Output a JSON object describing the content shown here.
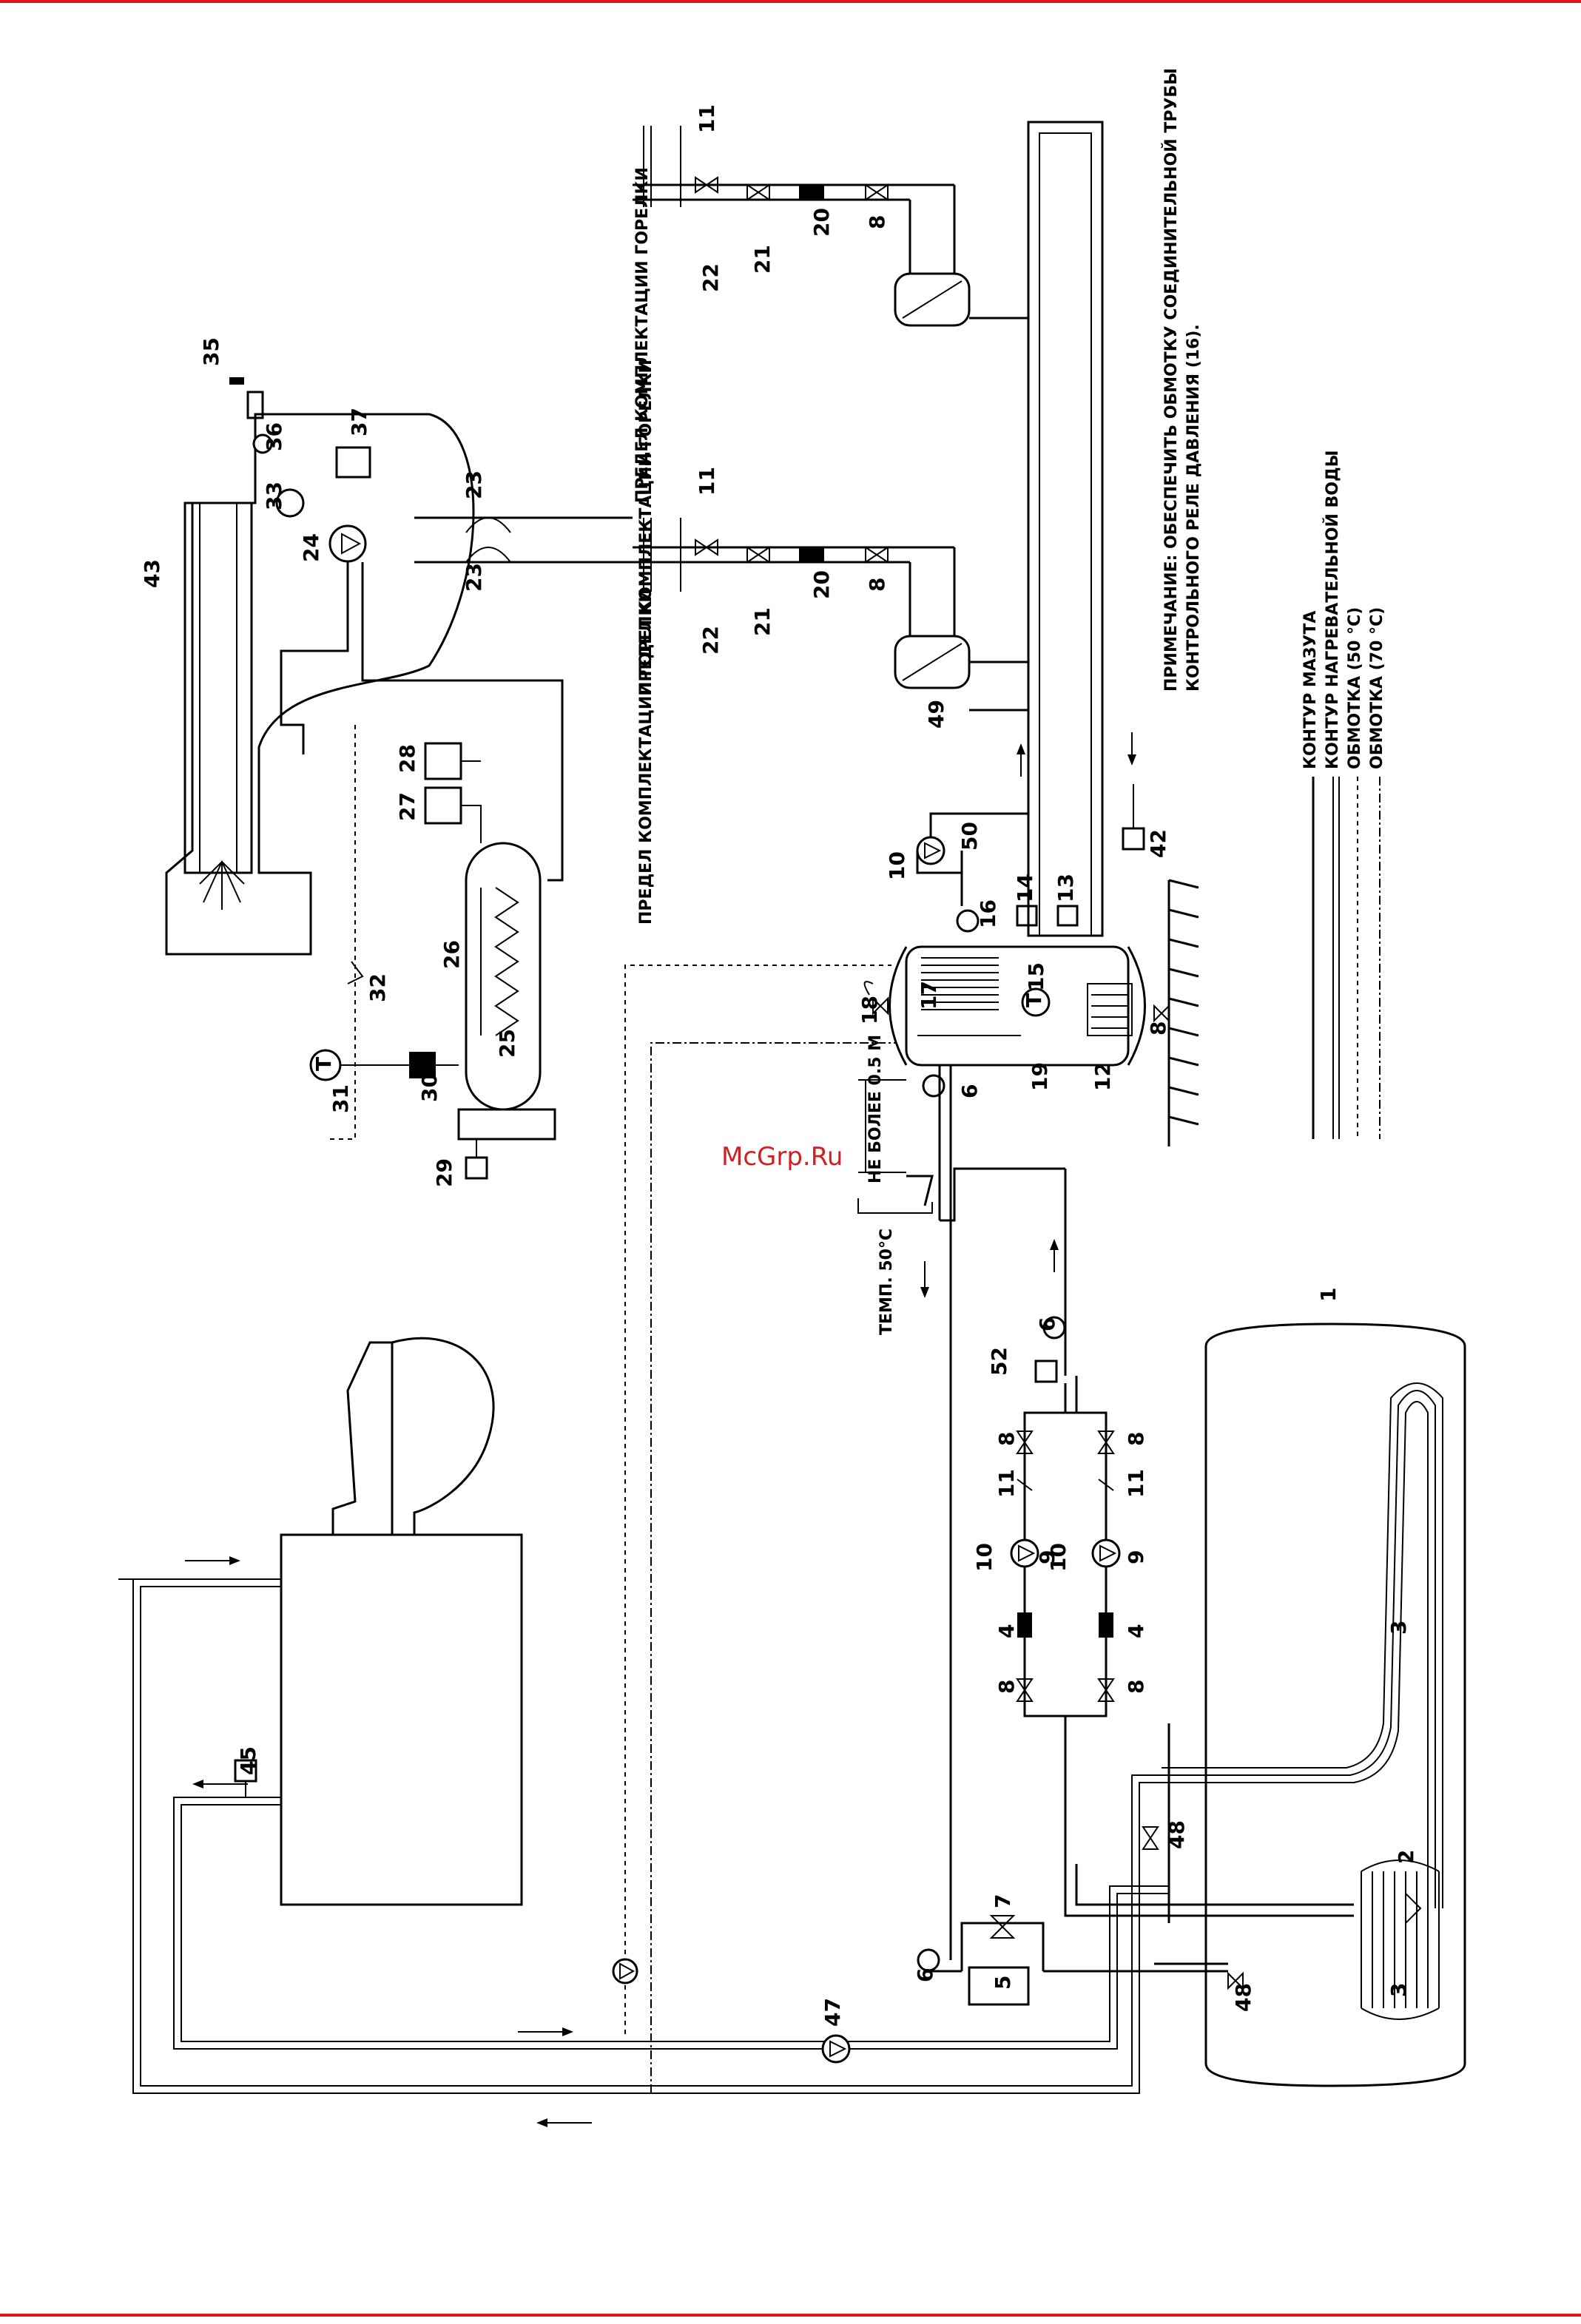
{
  "watermark": "McGrp.Ru",
  "colors": {
    "border": "#e0141c",
    "line": "#000000",
    "watermark": "#cc2222"
  },
  "headers": {
    "burner_limit_left": "ПРЕДЕЛ КОМПЛЕКТАЦИИ ГОРЕЛКИ",
    "burner_limit_mid": "ПРЕДЕЛ КОМПЛЕКТАЦИИ ГОРЕЛКИ",
    "burner_limit_right": "ПРЕДЕЛ КОМПЛЕКТАЦИИ ГОРЕЛКИ",
    "max_height": "НЕ БОЛЕЕ 0.5 М",
    "temp": "ТЕМП. 50°С"
  },
  "note": {
    "line1": "ПРИМЕЧАНИЕ: ОБЕСПЕЧИТЬ ОБМОТКУ СОЕДИНИТЕЛЬНОЙ ТРУБЫ",
    "line2": "КОНТРОЛЬНОГО РЕЛЕ ДАВЛЕНИЯ (16)."
  },
  "legend": [
    {
      "label": "КОНТУР МАЗУТА",
      "style": "solid"
    },
    {
      "label": "КОНТУР НАГРЕВАТЕЛЬНОЙ ВОДЫ",
      "style": "double"
    },
    {
      "label": "ОБМОТКА (50 °С)",
      "style": "dashed"
    },
    {
      "label": "ОБМОТКА (70 °С)",
      "style": "dashdot"
    }
  ],
  "labels": {
    "n1": "1",
    "n2": "2",
    "n3a": "3",
    "n3b": "3",
    "n4a": "4",
    "n4b": "4",
    "n5": "5",
    "n6a": "6",
    "n6b": "6",
    "n6c": "6",
    "n7": "7",
    "n8a": "8",
    "n8b": "8",
    "n8c": "8",
    "n8d": "8",
    "n8e": "8",
    "n8f": "8",
    "n8g": "8",
    "n9a": "9",
    "n9b": "9",
    "n10a": "10",
    "n10b": "10",
    "n10c": "10",
    "n11a": "11",
    "n11b": "11",
    "n11c": "11",
    "n11d": "11",
    "n12": "12",
    "n13": "13",
    "n14": "14",
    "n15": "15",
    "n16": "16",
    "n17": "17",
    "n18": "18",
    "n19": "19",
    "n20a": "20",
    "n20b": "20",
    "n21a": "21",
    "n21b": "21",
    "n22a": "22",
    "n22b": "22",
    "n23a": "23",
    "n23b": "23",
    "n24": "24",
    "n25": "25",
    "n26": "26",
    "n27": "27",
    "n28": "28",
    "n29": "29",
    "n30": "30",
    "n31": "31",
    "n32": "32",
    "n33": "33",
    "n35": "35",
    "n36": "36",
    "n37": "37",
    "n42": "42",
    "n43": "43",
    "n45": "45",
    "n47": "47",
    "n48a": "48",
    "n48b": "48",
    "n49": "49",
    "n50": "50",
    "n52": "52",
    "t15": "T",
    "t31": "T"
  }
}
